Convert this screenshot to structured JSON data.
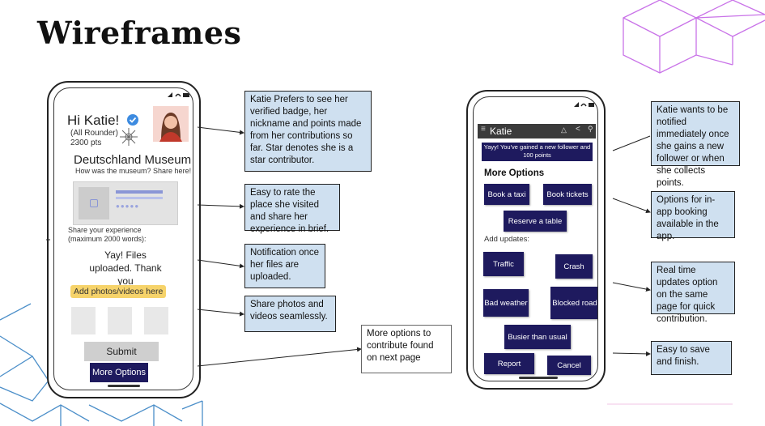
{
  "title": "Wireframes",
  "phone1": {
    "greeting": "Hi Katie!",
    "role": "(All Rounder)",
    "points": "2300 pts",
    "museum": "Deutschland Museum",
    "museum_prompt": "How was the museum? Share here!",
    "share_label": "Share your experience (maximum 2000 words):",
    "upload_msg": "Yay! Files uploaded. Thank you",
    "add_photos": "Add photos/videos here",
    "submit": "Submit",
    "more_options": "More Options"
  },
  "phone2": {
    "app_title": "Katie",
    "banner": "Yayy! You've gained a new follower and 100 points",
    "more_options_heading": "More Options",
    "buttons": {
      "book_taxi": "Book a taxi",
      "book_tickets": "Book tickets",
      "reserve_table": "Reserve a table",
      "traffic": "Traffic",
      "crash": "Crash",
      "bad_weather": "Bad weather",
      "blocked_road": "Blocked road",
      "busier": "Busier than usual",
      "report": "Report",
      "cancel": "Cancel"
    },
    "add_updates": "Add updates:"
  },
  "notes": {
    "n1": "Katie Prefers to see her verified badge, her nickname and points made from her contributions so far. Star denotes she is a star contributor.",
    "n2": "Easy to rate the place she visited and share her experience in brief.",
    "n3": "Notification once her files are uploaded.",
    "n4": "Share photos and videos seamlessly.",
    "n5": "More options to contribute found on next page",
    "n6": "Katie wants to be notified immediately once she gains a new follower or when she collects points.",
    "n7": "Options for in-app booking available in the app.",
    "n8": "Real time updates option on the same page for quick contribution.",
    "n9": "Easy to save and finish."
  }
}
